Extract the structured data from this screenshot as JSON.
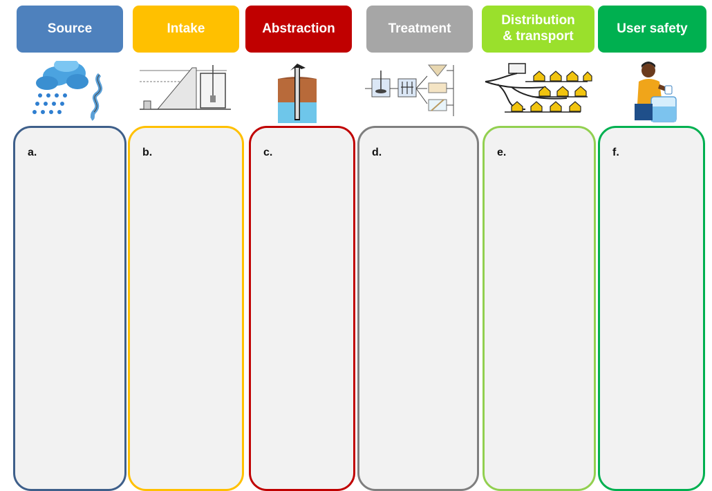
{
  "stages": [
    {
      "title": "Source",
      "label": "a.",
      "color": "#4e81bd",
      "border": "#3e5f8a"
    },
    {
      "title": "Intake",
      "label": "b.",
      "color": "#ffc000",
      "border": "#ffc000"
    },
    {
      "title": "Abstraction",
      "label": "c.",
      "color": "#c00000",
      "border": "#c00000"
    },
    {
      "title": "Treatment",
      "label": "d.",
      "color": "#a6a6a6",
      "border": "#7f7f7f"
    },
    {
      "title": "Distribution\n& transport",
      "label": "e.",
      "color": "#9ae02c",
      "border": "#92d050"
    },
    {
      "title": "User safety",
      "label": "f.",
      "color": "#00b050",
      "border": "#00b050"
    }
  ],
  "icons": [
    "rain-cloud-and-river-icon",
    "intake-pump-diagram-icon",
    "borehole-well-icon",
    "treatment-process-diagram-icon",
    "distribution-network-icon",
    "person-with-water-container-icon"
  ]
}
